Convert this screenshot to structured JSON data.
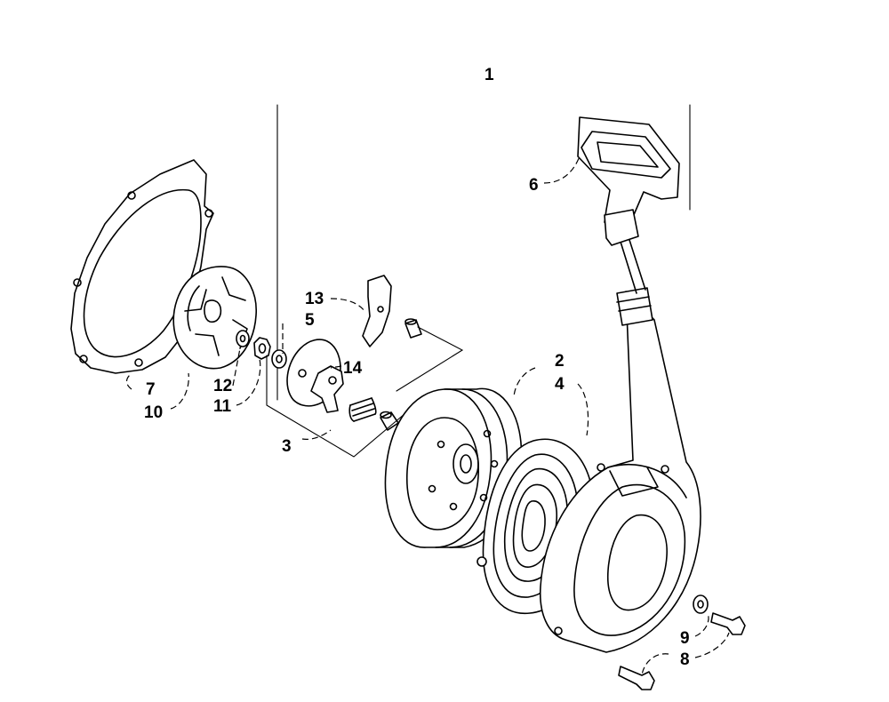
{
  "labels": {
    "assembly": "1",
    "rotor_pulley": "2",
    "ratchet_kit": "3",
    "spring_cassette": "4",
    "washer": "5",
    "handle": "6",
    "gasket": "7",
    "bolt": "8",
    "bolt_washer": "9",
    "starter_cup": "10",
    "nut": "11",
    "lock_washer": "12",
    "pawl": "13",
    "friction_plate": "14"
  }
}
